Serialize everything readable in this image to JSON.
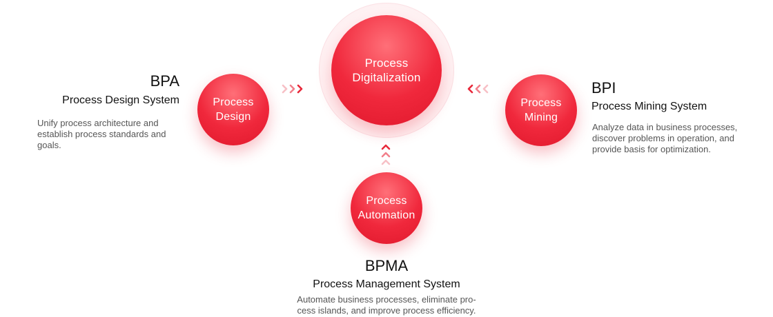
{
  "center": {
    "label": "Process\nDigitalization"
  },
  "left": {
    "circle_label": "Process\nDesign",
    "acronym": "BPA",
    "system": "Process Design System",
    "description": "Unify process architecture and establish process standards and goals."
  },
  "right": {
    "circle_label": "Process\nMining",
    "acronym": "BPI",
    "system": "Process Mining System",
    "description": "Analyze data in business processes, discover problems in operation, and provide basis for optimization."
  },
  "bottom": {
    "circle_label": "Process\nAutomation",
    "acronym": "BPMA",
    "system": "Process Management System",
    "description": "Automate business processes, eliminate pro-\ncess islands, and improve process efficiency."
  },
  "colors": {
    "accent": "#e8283a",
    "accent_light": "#f7aab2",
    "text": "#111111",
    "muted": "#555555"
  }
}
